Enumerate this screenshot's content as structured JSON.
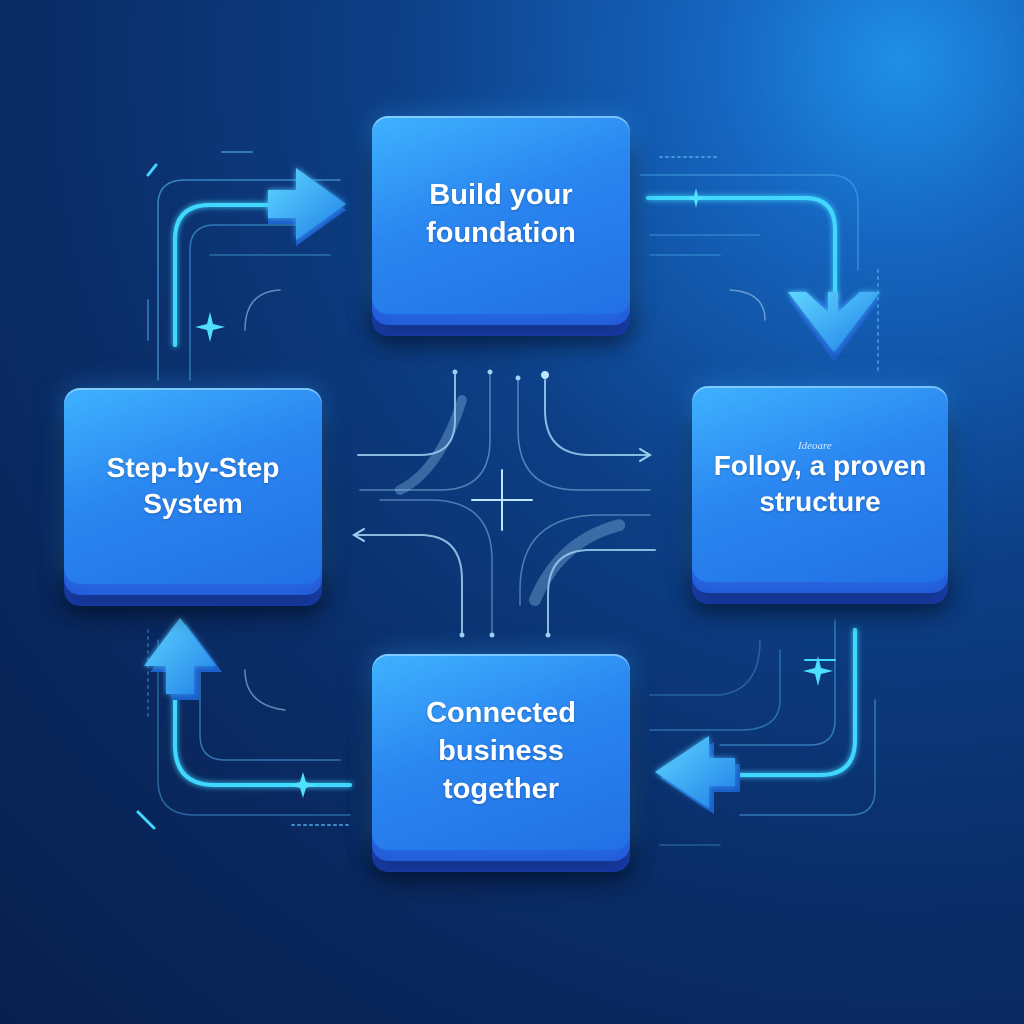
{
  "steps": [
    {
      "lines": [
        "Build your",
        "foundation"
      ]
    },
    {
      "lines": [
        "Folloy, a proven",
        "structure"
      ],
      "tag": "Ideoare"
    },
    {
      "lines": [
        "Connected",
        "business",
        "together"
      ]
    },
    {
      "lines": [
        "Step-by-Step",
        "System"
      ]
    }
  ],
  "colors": {
    "background": "#0a2c66",
    "card_face": "#2a86f0",
    "card_edge": "#1d4fd0",
    "accent_line": "#3fd8ff",
    "arrow": "#2fa8ff"
  },
  "icons": [
    "arrow-right-icon",
    "arrow-down-icon",
    "arrow-left-icon",
    "arrow-up-icon",
    "sparkle-icon"
  ]
}
